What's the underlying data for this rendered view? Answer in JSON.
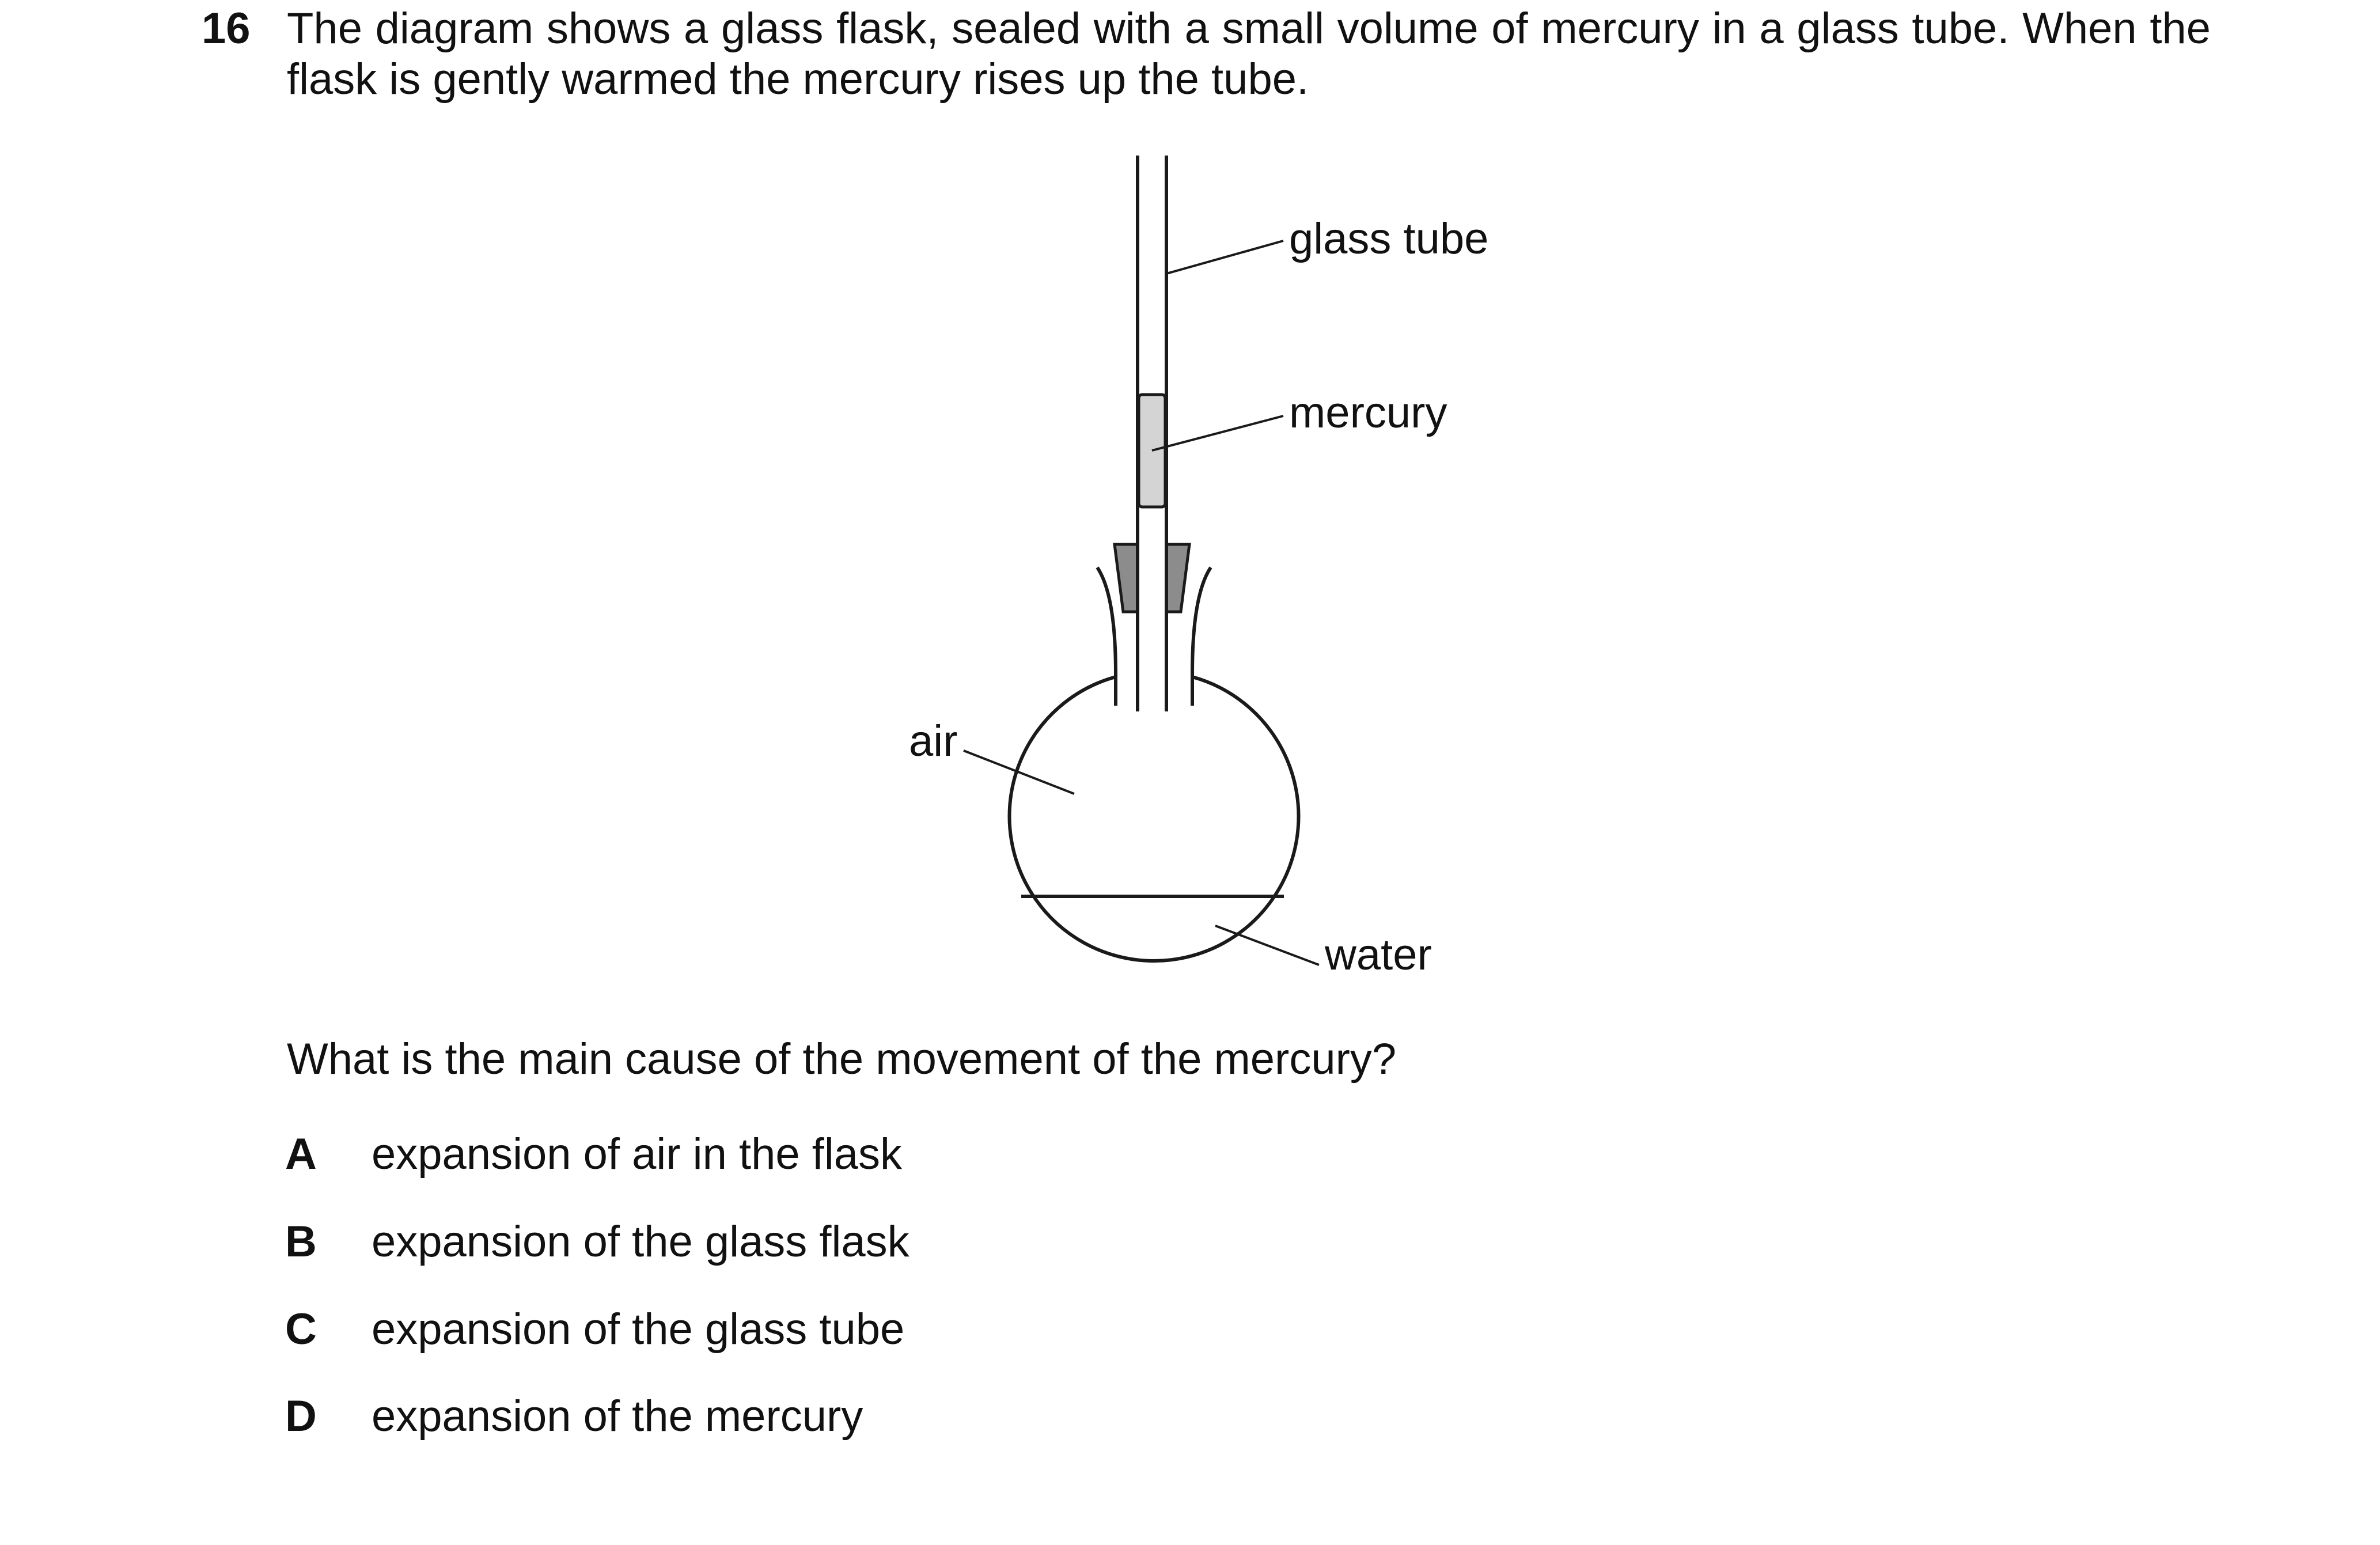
{
  "question": {
    "number": "16",
    "stem": "The diagram shows a glass flask, sealed with a small volume of mercury in a glass tube. When the flask is gently warmed the mercury rises up the tube.",
    "prompt": "What is the main cause of the movement of the mercury?",
    "options": [
      {
        "letter": "A",
        "text": "expansion of air in the flask"
      },
      {
        "letter": "B",
        "text": "expansion of the glass flask"
      },
      {
        "letter": "C",
        "text": "expansion of the glass tube"
      },
      {
        "letter": "D",
        "text": "expansion of the mercury"
      }
    ]
  },
  "diagram": {
    "labels": {
      "glass_tube": "glass tube",
      "mercury": "mercury",
      "air": "air",
      "water": "water"
    },
    "colors": {
      "line": "#1a1a1a",
      "mercury_fill": "#d4d4d4",
      "stopper_fill": "#8c8c8c"
    }
  }
}
